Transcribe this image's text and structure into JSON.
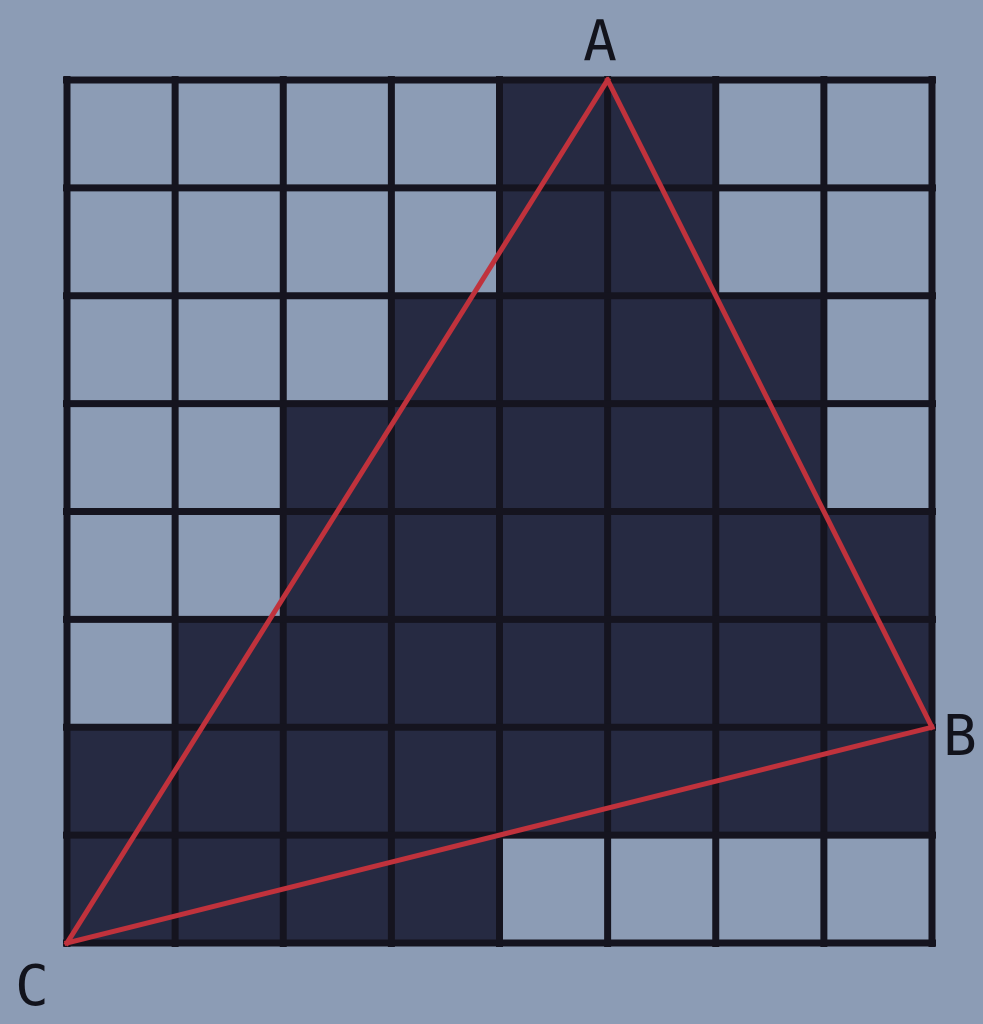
{
  "grid": {
    "rows": 8,
    "cols": 8,
    "cells": [
      [
        0,
        0,
        0,
        0,
        1,
        1,
        0,
        0
      ],
      [
        0,
        0,
        0,
        0,
        1,
        1,
        0,
        0
      ],
      [
        0,
        0,
        0,
        1,
        1,
        1,
        1,
        0
      ],
      [
        0,
        0,
        1,
        1,
        1,
        1,
        1,
        0
      ],
      [
        0,
        0,
        1,
        1,
        1,
        1,
        1,
        1
      ],
      [
        0,
        1,
        1,
        1,
        1,
        1,
        1,
        1
      ],
      [
        1,
        1,
        1,
        1,
        1,
        1,
        1,
        1
      ],
      [
        1,
        1,
        1,
        1,
        0,
        0,
        0,
        0
      ]
    ]
  },
  "triangle": {
    "vertices": [
      {
        "label": "A",
        "gx": 5,
        "gy": 0
      },
      {
        "label": "B",
        "gx": 8,
        "gy": 6
      },
      {
        "label": "C",
        "gx": 0,
        "gy": 8
      }
    ]
  },
  "colors": {
    "background": "#8c9cb5",
    "cell_empty": "#8c9cb5",
    "cell_filled": "#262a42",
    "grid_line": "#15141f",
    "triangle_edge": "#c0323c",
    "label": "#12131c"
  }
}
